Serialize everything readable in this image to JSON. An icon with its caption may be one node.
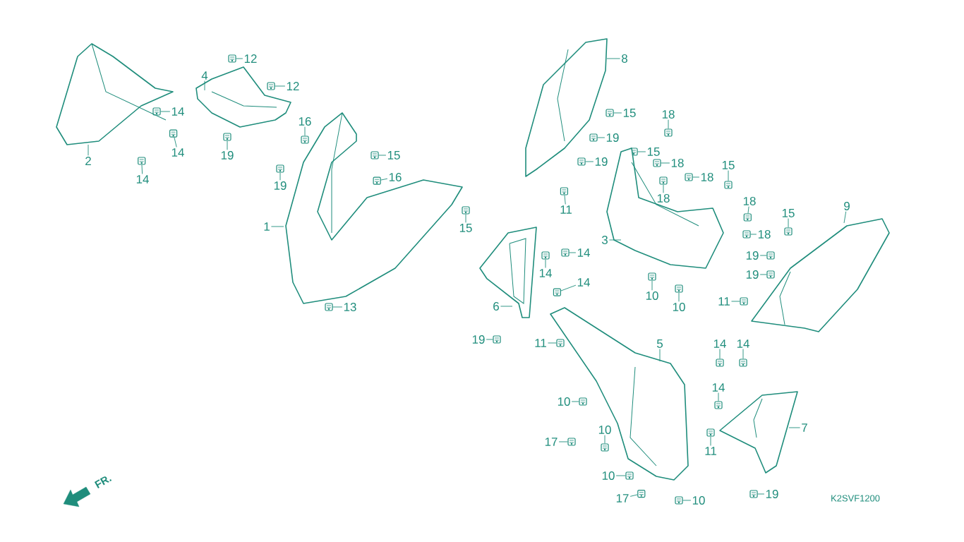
{
  "diagram": {
    "nodes": [
      {
        "text": [
          "2"
        ]
      },
      {
        "text": [
          "14"
        ]
      },
      {
        "text": [
          "14"
        ]
      },
      {
        "text": [
          "14"
        ]
      },
      {
        "text": [
          "4"
        ]
      },
      {
        "text": [
          "12"
        ]
      },
      {
        "text": [
          "12"
        ]
      },
      {
        "text": [
          "19"
        ]
      },
      {
        "text": [
          "19"
        ]
      },
      {
        "text": [
          "16"
        ]
      },
      {
        "text": [
          "16"
        ]
      },
      {
        "text": [
          "15"
        ]
      },
      {
        "text": [
          "15"
        ]
      },
      {
        "text": [
          "1"
        ]
      },
      {
        "text": [
          "13"
        ]
      },
      {
        "text": [
          "8"
        ]
      },
      {
        "text": [
          "15"
        ]
      },
      {
        "text": [
          "19"
        ]
      },
      {
        "text": [
          "19"
        ]
      },
      {
        "text": [
          "11"
        ]
      },
      {
        "text": [
          "18"
        ]
      },
      {
        "text": [
          "15"
        ]
      },
      {
        "text": [
          "18"
        ]
      },
      {
        "text": [
          "18"
        ]
      },
      {
        "text": [
          "18"
        ]
      },
      {
        "text": [
          "15"
        ]
      },
      {
        "text": [
          "18"
        ]
      },
      {
        "text": [
          "18"
        ]
      },
      {
        "text": [
          "3"
        ]
      },
      {
        "text": [
          "10"
        ]
      },
      {
        "text": [
          "10"
        ]
      },
      {
        "text": [
          "15"
        ]
      },
      {
        "text": [
          "9"
        ]
      },
      {
        "text": [
          "19"
        ]
      },
      {
        "text": [
          "19"
        ]
      },
      {
        "text": [
          "11"
        ]
      },
      {
        "text": [
          "14"
        ]
      },
      {
        "text": [
          "14"
        ]
      },
      {
        "text": [
          "14"
        ]
      },
      {
        "text": [
          "6"
        ]
      },
      {
        "text": [
          "19"
        ]
      },
      {
        "text": [
          "11"
        ]
      },
      {
        "text": [
          "5"
        ]
      },
      {
        "text": [
          "14"
        ]
      },
      {
        "text": [
          "14"
        ]
      },
      {
        "text": [
          "14"
        ]
      },
      {
        "text": [
          "7"
        ]
      },
      {
        "text": [
          "10"
        ]
      },
      {
        "text": [
          "17"
        ]
      },
      {
        "text": [
          "10"
        ]
      },
      {
        "text": [
          "11"
        ]
      },
      {
        "text": [
          "10"
        ]
      },
      {
        "text": [
          "17"
        ]
      },
      {
        "text": [
          "10"
        ]
      },
      {
        "text": [
          "19"
        ]
      },
      {
        "text": [],
        "shape": "picture"
      },
      {
        "text": [],
        "shape": "picture"
      },
      {
        "text": [],
        "shape": "picture"
      },
      {
        "text": [],
        "shape": "picture"
      },
      {
        "text": [],
        "shape": "picture"
      },
      {
        "text": [],
        "shape": "picture"
      },
      {
        "text": [],
        "shape": "picture"
      },
      {
        "text": [],
        "shape": "picture"
      },
      {
        "text": [],
        "shape": "picture"
      },
      {
        "text": [],
        "shape": "picture"
      },
      {
        "text": [],
        "shape": "picture"
      },
      {
        "text": [],
        "shape": "picture"
      },
      {
        "text": [],
        "shape": "picture"
      },
      {
        "text": [],
        "shape": "picture"
      },
      {
        "text": [],
        "shape": "picture"
      },
      {
        "text": [],
        "shape": "picture"
      },
      {
        "text": [],
        "shape": "picture"
      },
      {
        "text": [],
        "shape": "picture"
      },
      {
        "text": [],
        "shape": "picture"
      },
      {
        "text": [],
        "shape": "picture"
      },
      {
        "text": [],
        "shape": "picture"
      },
      {
        "text": [],
        "shape": "picture"
      },
      {
        "text": [],
        "shape": "picture"
      },
      {
        "text": [],
        "shape": "picture"
      },
      {
        "text": [],
        "shape": "picture"
      },
      {
        "text": [],
        "shape": "picture"
      },
      {
        "text": [],
        "shape": "picture"
      },
      {
        "text": [],
        "shape": "picture"
      },
      {
        "text": [],
        "shape": "picture"
      },
      {
        "text": [],
        "shape": "picture"
      },
      {
        "text": [],
        "shape": "picture"
      },
      {
        "text": [],
        "shape": "picture"
      },
      {
        "text": [],
        "shape": "picture"
      },
      {
        "text": [],
        "shape": "picture"
      },
      {
        "text": [],
        "shape": "picture"
      },
      {
        "text": [],
        "shape": "picture"
      },
      {
        "text": [],
        "shape": "picture"
      },
      {
        "text": [],
        "shape": "picture"
      },
      {
        "text": [],
        "shape": "picture"
      },
      {
        "text": [],
        "shape": "picture"
      },
      {
        "text": [],
        "shape": "picture"
      },
      {
        "text": [],
        "shape": "picture"
      },
      {
        "text": [],
        "shape": "picture"
      },
      {
        "text": [],
        "shape": "picture"
      },
      {
        "text": [],
        "shape": "picture"
      },
      {
        "text": [],
        "shape": "picture"
      },
      {
        "text": [],
        "shape": "picture"
      },
      {
        "text": [],
        "shape": "picture"
      },
      {
        "text": [],
        "shape": "picture"
      },
      {
        "text": [],
        "shape": "picture"
      },
      {
        "text": [],
        "shape": "picture"
      },
      {
        "text": [],
        "shape": "picture"
      },
      {
        "text": [],
        "shape": "picture"
      },
      {
        "text": [],
        "shape": "picture"
      },
      {
        "text": [],
        "shape": "picture"
      }
    ],
    "edges": [
      {
        "from": 0,
        "to": 101,
        "arrow": "none"
      },
      {
        "from": 1,
        "to": 55,
        "arrow": "none"
      },
      {
        "from": 2,
        "to": 56,
        "arrow": "none"
      },
      {
        "from": 3,
        "to": 57,
        "arrow": "none"
      },
      {
        "from": 4,
        "to": 102,
        "arrow": "none"
      },
      {
        "from": 5,
        "to": 58,
        "arrow": "none"
      },
      {
        "from": 6,
        "to": 59,
        "arrow": "none"
      },
      {
        "from": 7,
        "to": 60,
        "arrow": "none"
      },
      {
        "from": 8,
        "to": 61,
        "arrow": "none"
      },
      {
        "from": 9,
        "to": 62,
        "arrow": "none"
      },
      {
        "from": 10,
        "to": 63,
        "arrow": "none"
      },
      {
        "from": 11,
        "to": 64,
        "arrow": "none"
      },
      {
        "from": 12,
        "to": 65,
        "arrow": "none"
      },
      {
        "from": 13,
        "to": 103,
        "arrow": "none"
      },
      {
        "from": 14,
        "to": 66,
        "arrow": "none"
      },
      {
        "from": 15,
        "to": 104,
        "arrow": "none"
      },
      {
        "from": 16,
        "to": 67,
        "arrow": "none"
      },
      {
        "from": 17,
        "to": 68,
        "arrow": "none"
      },
      {
        "from": 18,
        "to": 69,
        "arrow": "none"
      },
      {
        "from": 19,
        "to": 70,
        "arrow": "none"
      },
      {
        "from": 20,
        "to": 71,
        "arrow": "none"
      },
      {
        "from": 21,
        "to": 72,
        "arrow": "none"
      },
      {
        "from": 22,
        "to": 73,
        "arrow": "none"
      },
      {
        "from": 23,
        "to": 74,
        "arrow": "none"
      },
      {
        "from": 24,
        "to": 75,
        "arrow": "none"
      },
      {
        "from": 25,
        "to": 76,
        "arrow": "none"
      },
      {
        "from": 26,
        "to": 77,
        "arrow": "none"
      },
      {
        "from": 27,
        "to": 78,
        "arrow": "none"
      },
      {
        "from": 28,
        "to": 105,
        "arrow": "none"
      },
      {
        "from": 29,
        "to": 79,
        "arrow": "none"
      },
      {
        "from": 30,
        "to": 80,
        "arrow": "none"
      },
      {
        "from": 31,
        "to": 81,
        "arrow": "none"
      },
      {
        "from": 32,
        "to": 106,
        "arrow": "none"
      },
      {
        "from": 33,
        "to": 82,
        "arrow": "none"
      },
      {
        "from": 34,
        "to": 83,
        "arrow": "none"
      },
      {
        "from": 35,
        "to": 84,
        "arrow": "none"
      },
      {
        "from": 36,
        "to": 85,
        "arrow": "none"
      },
      {
        "from": 37,
        "to": 86,
        "arrow": "none"
      },
      {
        "from": 38,
        "to": 87,
        "arrow": "none"
      },
      {
        "from": 39,
        "to": 107,
        "arrow": "none"
      },
      {
        "from": 40,
        "to": 88,
        "arrow": "none"
      },
      {
        "from": 41,
        "to": 89,
        "arrow": "none"
      },
      {
        "from": 42,
        "to": 108,
        "arrow": "none"
      },
      {
        "from": 43,
        "to": 90,
        "arrow": "none"
      },
      {
        "from": 44,
        "to": 91,
        "arrow": "none"
      },
      {
        "from": 45,
        "to": 92,
        "arrow": "none"
      },
      {
        "from": 46,
        "to": 109,
        "arrow": "none"
      },
      {
        "from": 47,
        "to": 93,
        "arrow": "none"
      },
      {
        "from": 48,
        "to": 94,
        "arrow": "none"
      },
      {
        "from": 49,
        "to": 95,
        "arrow": "none"
      },
      {
        "from": 50,
        "to": 96,
        "arrow": "none"
      },
      {
        "from": 51,
        "to": 97,
        "arrow": "none"
      },
      {
        "from": 52,
        "to": 98,
        "arrow": "none"
      },
      {
        "from": 53,
        "to": 99,
        "arrow": "none"
      },
      {
        "from": 54,
        "to": 100,
        "arrow": "none"
      }
    ],
    "labels": [
      "FR.",
      "K2SVF1200"
    ]
  }
}
